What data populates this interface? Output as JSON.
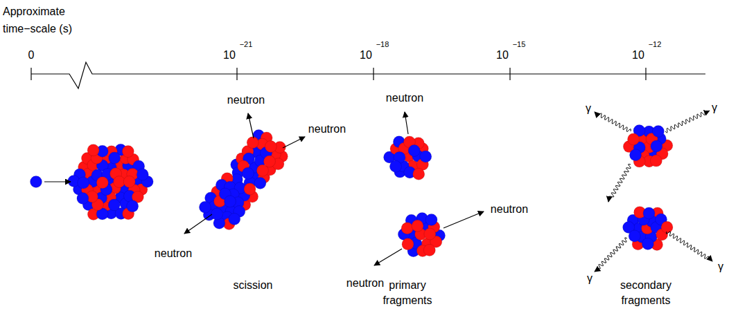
{
  "diagram": {
    "labels": [
      "Approximate time−scale (s)",
      "0",
      "10",
      "−21",
      "10",
      "−18",
      "10",
      "−15",
      "10",
      "−12",
      "neutron",
      "neutron",
      "neutron",
      "scission",
      "neutron",
      "neutron",
      "neutron",
      "primary fragments",
      "γ",
      "γ",
      "γ",
      "γ",
      "secondary fragments"
    ]
  }
}
